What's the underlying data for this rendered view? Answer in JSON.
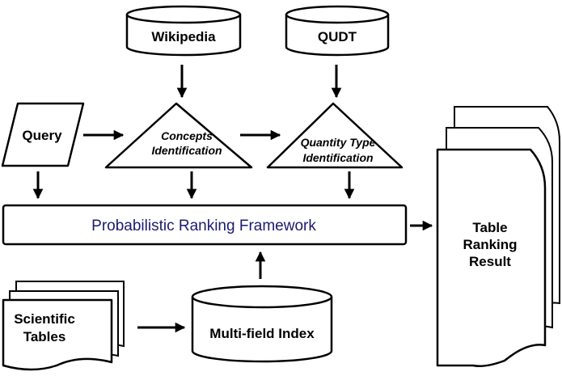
{
  "nodes": {
    "wikipedia": {
      "label": "Wikipedia"
    },
    "qudt": {
      "label": "QUDT"
    },
    "query": {
      "label": "Query"
    },
    "concepts_identification": {
      "line1": "Concepts",
      "line2": "Identification"
    },
    "quantity_type_identification": {
      "line1": "Quantity Type",
      "line2": "Identification"
    },
    "ranking_framework": {
      "label": "Probabilistic Ranking Framework"
    },
    "table_ranking_result": {
      "line1": "Table",
      "line2": "Ranking",
      "line3": "Result"
    },
    "scientific_tables": {
      "line1": "Scientific",
      "line2": "Tables"
    },
    "multi_field_index": {
      "label": "Multi-field Index"
    }
  },
  "colors": {
    "stroke": "#000000",
    "fill": "#ffffff",
    "framework_text": "#1b1b6e"
  }
}
